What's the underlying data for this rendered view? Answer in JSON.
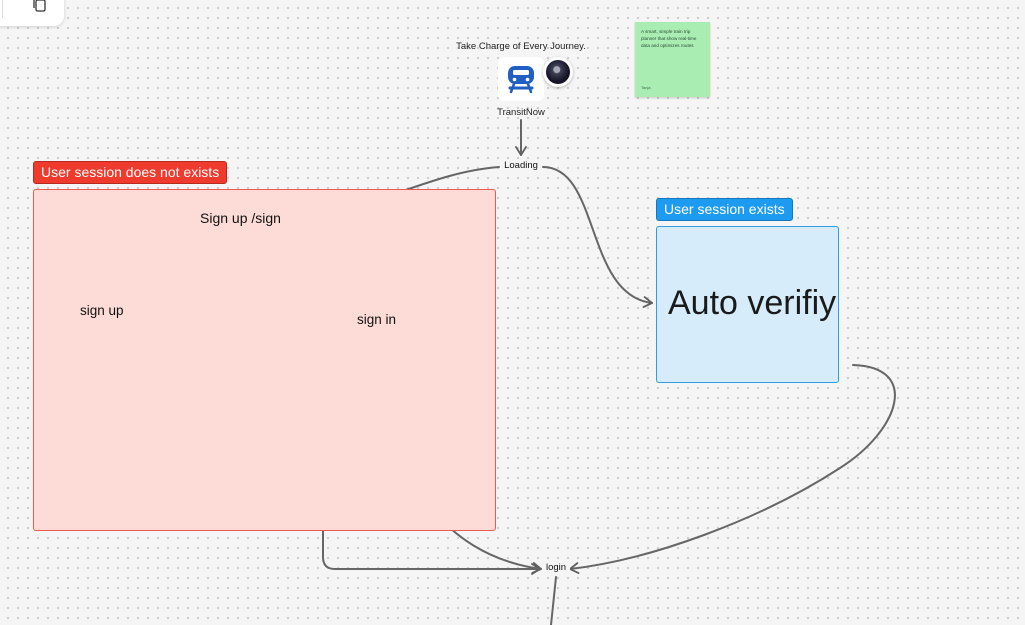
{
  "header": {
    "tagline": "Take Charge of Every Journey.",
    "app_name": "TransitNow"
  },
  "sticky_note": {
    "text": "A smart, simple train trip planner that show real-time data and optimizes routes",
    "author": "Tanja",
    "color": "#a9edb3"
  },
  "flow": {
    "loading": "Loading",
    "login": "login"
  },
  "sections": {
    "no_session": {
      "label": "User session does not exists",
      "label_color": "#ef3a2e",
      "fill_color": "#fddcd8",
      "signup_or_signin": "Sign up /sign",
      "sign_up": "sign up",
      "sign_in": "sign in"
    },
    "session": {
      "label": "User session exists",
      "label_color": "#1d9bf0",
      "fill_color": "#d6ecfa",
      "card_text": "Auto verifiy"
    }
  },
  "icons": {
    "toolbar": "copy-icon",
    "app": "train-icon",
    "avatar": "user-avatar"
  }
}
